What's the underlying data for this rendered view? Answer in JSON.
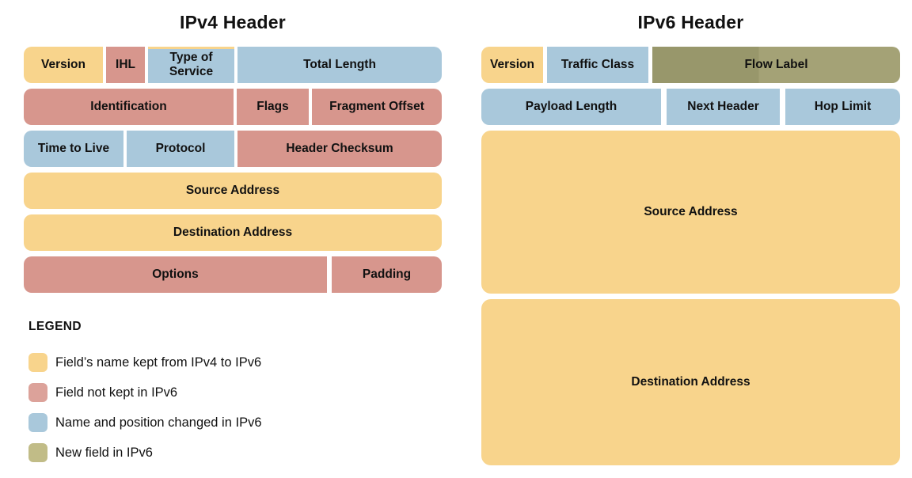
{
  "colors": {
    "kept_field": "#F8D48C",
    "not_kept_field": "#D7968D",
    "not_kept_legend_swatch": "#DCA29A",
    "changed_field": "#A9C8DB",
    "new_field_legend_swatch": "#C1BC87",
    "flow_label_dark": "#98976B",
    "flow_label_light": "#A4A276",
    "text": "#111111",
    "background": "#FFFFFF"
  },
  "ipv4": {
    "title": "IPv4 Header",
    "fields": {
      "version": "Version",
      "ihl": "IHL",
      "type_of_service": "Type of Service",
      "total_length": "Total Length",
      "identification": "Identification",
      "flags": "Flags",
      "fragment_offset": "Fragment Offset",
      "time_to_live": "Time to Live",
      "protocol": "Protocol",
      "header_checksum": "Header Checksum",
      "source_address": "Source Address",
      "destination_address": "Destination Address",
      "options": "Options",
      "padding": "Padding"
    }
  },
  "ipv6": {
    "title": "IPv6 Header",
    "fields": {
      "version": "Version",
      "traffic_class": "Traffic Class",
      "flow_label": "Flow Label",
      "payload_length": "Payload Length",
      "next_header": "Next Header",
      "hop_limit": "Hop Limit",
      "source_address": "Source Address",
      "destination_address": "Destination Address"
    }
  },
  "legend": {
    "title": "LEGEND",
    "items": [
      {
        "color_key": "kept_field",
        "label": "Field’s name kept from IPv4 to IPv6"
      },
      {
        "color_key": "not_kept_field",
        "label": "Field not kept in IPv6"
      },
      {
        "color_key": "changed_field",
        "label": "Name and position changed in IPv6"
      },
      {
        "color_key": "new_field",
        "label": "New field in IPv6"
      }
    ]
  }
}
